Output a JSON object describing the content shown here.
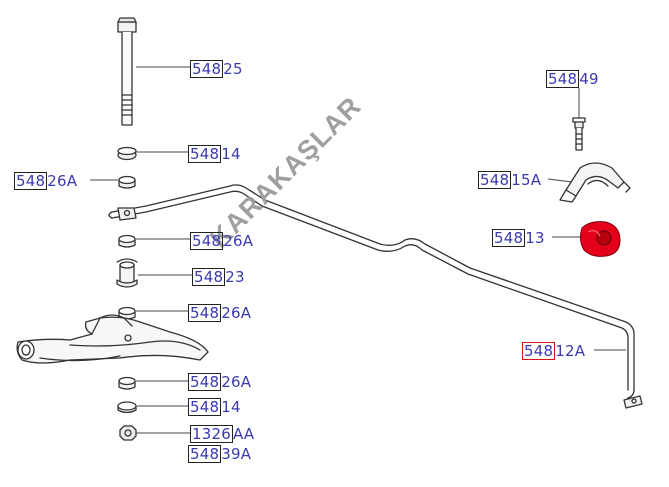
{
  "watermark": "KARAKAŞLAR",
  "accent_color": "#e4001b",
  "callouts": [
    {
      "id": "c1",
      "boxed": "548",
      "rest": "25"
    },
    {
      "id": "c2",
      "boxed": "548",
      "rest": "14"
    },
    {
      "id": "c3",
      "boxed": "548",
      "rest": "26A"
    },
    {
      "id": "c4",
      "boxed": "548",
      "rest": "26A"
    },
    {
      "id": "c5",
      "boxed": "548",
      "rest": "23"
    },
    {
      "id": "c6",
      "boxed": "548",
      "rest": "26A"
    },
    {
      "id": "c7",
      "boxed": "548",
      "rest": "26A"
    },
    {
      "id": "c8",
      "boxed": "548",
      "rest": "14"
    },
    {
      "id": "c9",
      "boxed": "1326",
      "rest": "AA"
    },
    {
      "id": "c10",
      "boxed": "548",
      "rest": "39A"
    },
    {
      "id": "c11",
      "boxed": "548",
      "rest": "49"
    },
    {
      "id": "c12",
      "boxed": "548",
      "rest": "15A"
    },
    {
      "id": "c13",
      "boxed": "548",
      "rest": "13"
    },
    {
      "id": "c14",
      "boxed": "548",
      "rest": "12A"
    }
  ]
}
